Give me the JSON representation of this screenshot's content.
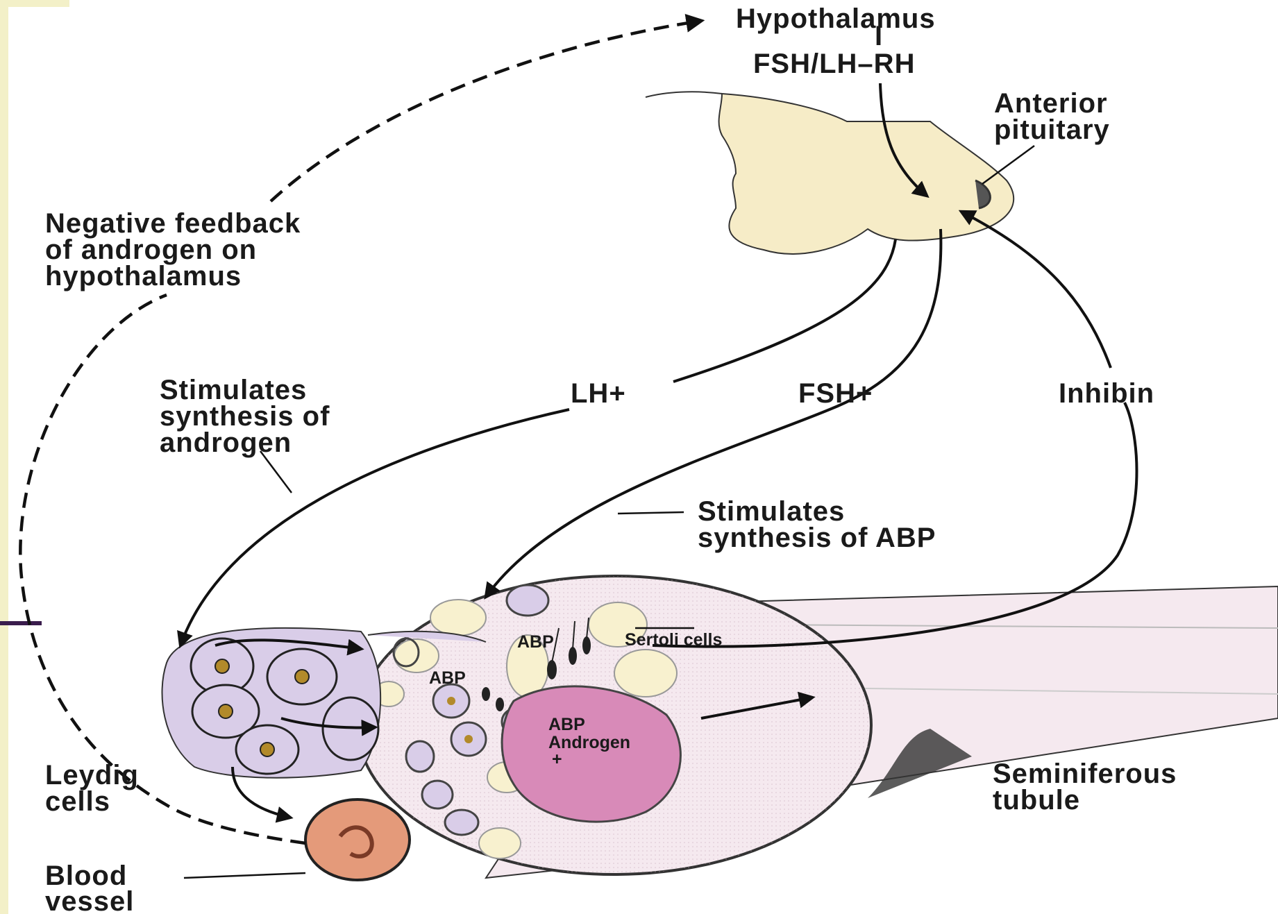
{
  "colors": {
    "background": "#ffffff",
    "left_border": "#f3f0c8",
    "pituitary": "#f6ecc7",
    "leydig": "#d9cde8",
    "tubule": "#f5e9ef",
    "sertoli": "#f8f1cf",
    "abp_region": "#d88ab8",
    "blood_vessel": "#e49a7a",
    "slide_accent": "#3a1d4d"
  },
  "labels": {
    "hypothalamus": "Hypothalamus",
    "connector": "I",
    "releasing_hormone": "FSH/LH–RH",
    "anterior_pituitary_line1": "Anterior",
    "anterior_pituitary_line2": "pituitary",
    "negative_feedback_line1": "Negative feedback",
    "negative_feedback_line2": "of androgen on",
    "negative_feedback_line3": "hypothalamus",
    "stimulates_androgen_line1": "Stimulates",
    "stimulates_androgen_line2": "synthesis of",
    "stimulates_androgen_line3": "androgen",
    "lh": "LH+",
    "fsh": "FSH+",
    "inhibin": "Inhibin",
    "stimulates_abp_line1": "Stimulates",
    "stimulates_abp_line2": "synthesis of ABP",
    "abp_1": "ABP",
    "abp_2": "ABP",
    "sertoli_cells": "Sertoli cells",
    "abp_androgen_line1": "ABP",
    "abp_androgen_line2": "Androgen",
    "abp_androgen_line3": "+",
    "leydig_line1": "Leydig",
    "leydig_line2": "cells",
    "seminiferous_line1": "Seminiferous",
    "seminiferous_line2": "tubule",
    "blood_vessel_line1": "Blood",
    "blood_vessel_line2": "vessel"
  }
}
